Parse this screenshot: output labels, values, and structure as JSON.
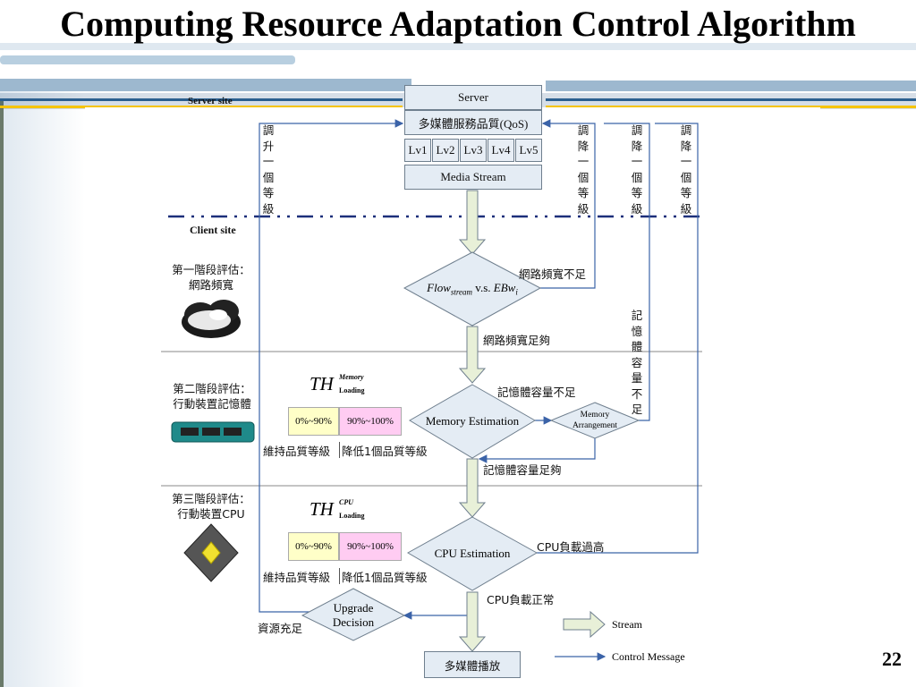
{
  "slide": {
    "title": "Computing Resource Adaptation Control Algorithm",
    "page_number": "22"
  },
  "server": {
    "site_label": "Server site",
    "title": "Server",
    "qos": "多媒體服務品質(QoS)",
    "levels": [
      "Lv1",
      "Lv2",
      "Lv3",
      "Lv4",
      "Lv5"
    ],
    "media_stream": "Media Stream"
  },
  "side_labels": {
    "upgrade": "調升一個等級",
    "downgrade_1": "調降一個等級",
    "downgrade_2": "調降一個等級",
    "downgrade_3": "調降一個等級",
    "memory_insufficient_vertical": "記憶體容量不足"
  },
  "client": {
    "site_label": "Client site",
    "stage1": "第一階段評估：\n網路頻寬",
    "stage2": "第二階段評估：\n行動裝置記憶體",
    "stage3": "第三階段評估：\n行動裝置CPU"
  },
  "decisions": {
    "flow_main": "Flow",
    "flow_sub": "stream",
    "flow_mid": " v.s. ",
    "flow_eb": "EBw",
    "flow_eb_sub": "i",
    "memory": "Memory Estimation",
    "memory_arrangement": "Memory\nArrangement",
    "cpu": "CPU Estimation",
    "upgrade": "Upgrade\nDecision"
  },
  "edges": {
    "bandwidth_insufficient": "網路頻寬不足",
    "bandwidth_sufficient": "網路頻寬足夠",
    "memory_insufficient": "記憶體容量不足",
    "memory_sufficient": "記憶體容量足夠",
    "cpu_overload": "CPU負載過高",
    "cpu_normal": "CPU負載正常",
    "resource_sufficient": "資源充足"
  },
  "thresholds": {
    "th": "TH",
    "memory_sup": "Memory",
    "cpu_sup": "CPU",
    "loading": "Loading",
    "low_range": "0%~90%",
    "high_range": "90%~100%",
    "keep": "維持品質等級",
    "lower": "降低1個品質等級"
  },
  "final_box": "多媒體播放",
  "legend": {
    "stream": "Stream",
    "control": "Control Message"
  }
}
